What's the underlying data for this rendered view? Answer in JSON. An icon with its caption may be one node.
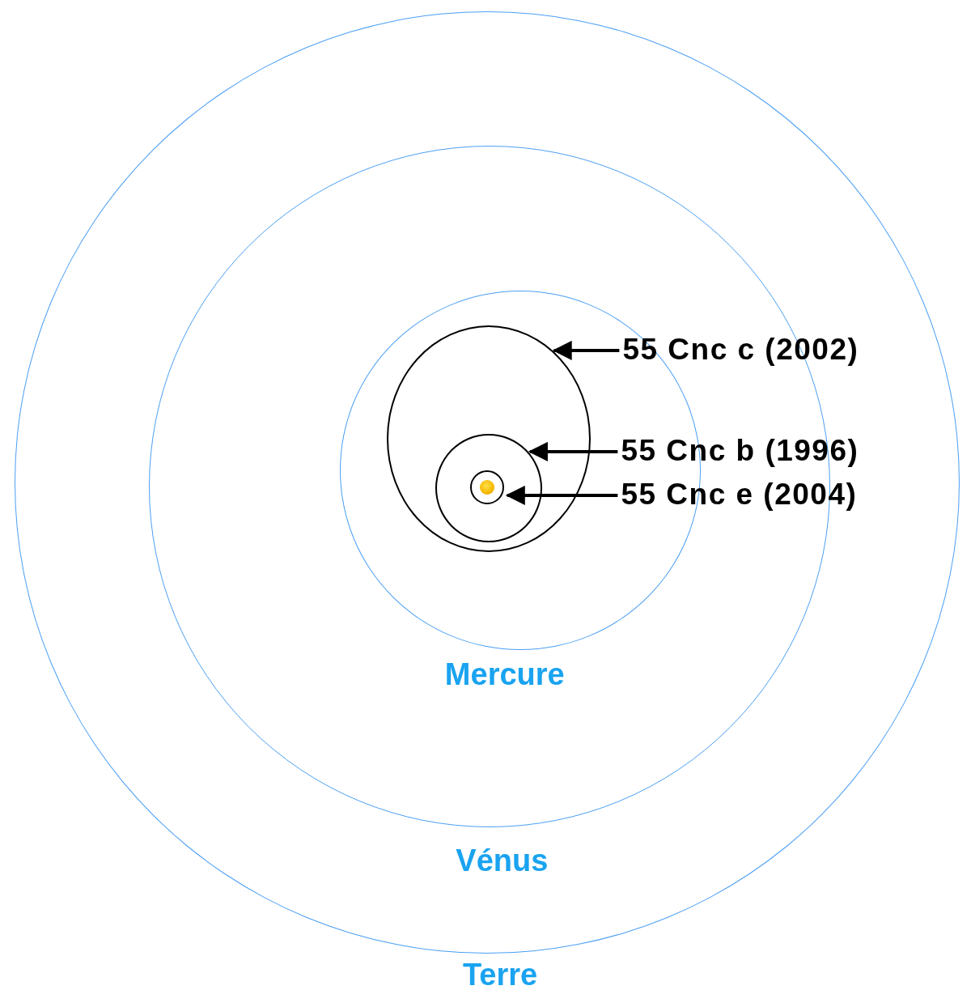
{
  "diagram": {
    "nodes": [
      {
        "text": [
          "Terre"
        ]
      },
      {
        "text": [
          "Vénus"
        ],
        "in": 0
      },
      {
        "text": [
          "Mercure"
        ],
        "in": 1
      },
      {
        "text": [],
        "shape": "circle",
        "in": 2
      },
      {
        "text": [],
        "shape": "circle",
        "in": 3
      },
      {
        "text": [],
        "shape": "circle",
        "in": 4
      },
      {
        "text": [],
        "shape": "circle",
        "in": 5
      },
      {
        "text": [
          "55 Cnc c (2002)"
        ],
        "in": 0
      },
      {
        "text": [
          "55 Cnc b (1996)"
        ],
        "in": 0
      },
      {
        "text": [
          "55 Cnc e (2004)"
        ],
        "in": 0
      }
    ],
    "edges": [
      {
        "from": 7,
        "to": 3,
        "arrow": "to"
      },
      {
        "from": 8,
        "to": 4,
        "arrow": "to"
      },
      {
        "from": 9,
        "to": 5,
        "arrow": "to"
      }
    ]
  }
}
